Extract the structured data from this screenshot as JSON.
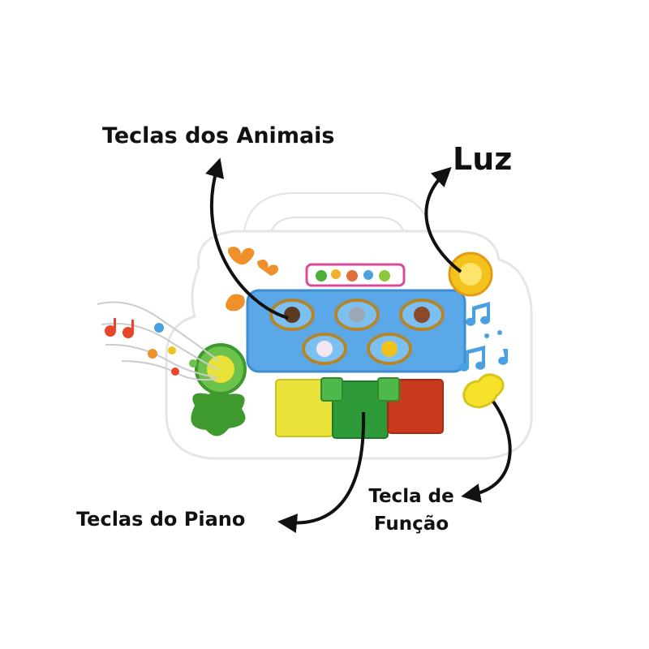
{
  "labels": {
    "animal_keys": "Teclas dos Animais",
    "light": "Luz",
    "piano_keys": "Teclas do Piano",
    "function_key_line1": "Tecla de",
    "function_key_line2": "Função"
  },
  "colors": {
    "body": "#ffffff",
    "body_outline": "#e6e6e6",
    "panel_blue": "#5aa8e8",
    "key_yellow": "#e8e23a",
    "key_green": "#2f9a3a",
    "key_red": "#c83a1e",
    "flower_green": "#4caf3a",
    "sun_yellow": "#f4c21c",
    "function_button": "#f6e22a",
    "note_blue": "#4aa0e0",
    "arrow": "#111111"
  }
}
